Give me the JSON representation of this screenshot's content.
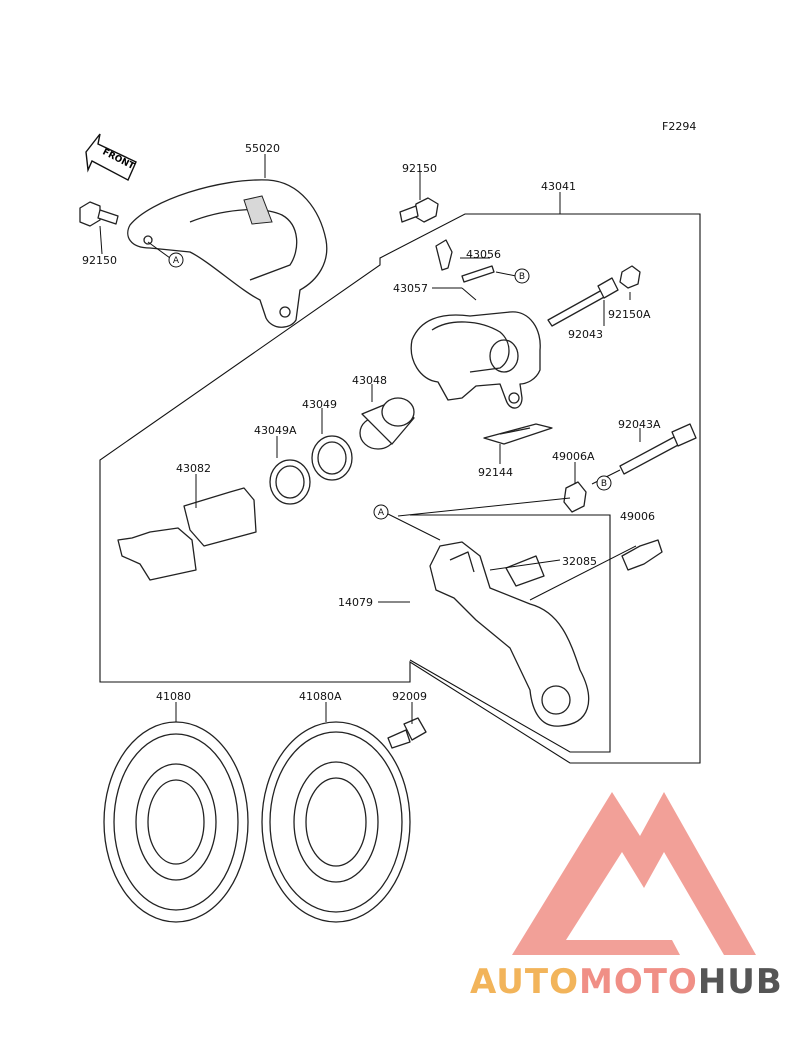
{
  "figure_code": "F2294",
  "front_arrow_label": "FRONT",
  "reference_marks": [
    "A",
    "B"
  ],
  "parts": {
    "p55020": "55020",
    "p92150_left": "92150",
    "p92150_top": "92150",
    "p43041": "43041",
    "p43056": "43056",
    "p43057": "43057",
    "p92150A": "92150A",
    "p92043": "92043",
    "p43048": "43048",
    "p43049": "43049",
    "p43049A": "43049A",
    "p43082": "43082",
    "p92144": "92144",
    "p92043A": "92043A",
    "p49006A": "49006A",
    "p49006": "49006",
    "p32085": "32085",
    "p14079": "14079",
    "p41080": "41080",
    "p41080A": "41080A",
    "p92009": "92009"
  },
  "watermark": {
    "word1": "AUTO",
    "word2": "MOTO",
    "word3": "HUB",
    "colors": {
      "auto": "#f2b45a",
      "moto": "#f08f86",
      "hub": "#555555",
      "triangle": "#f08f86"
    }
  }
}
